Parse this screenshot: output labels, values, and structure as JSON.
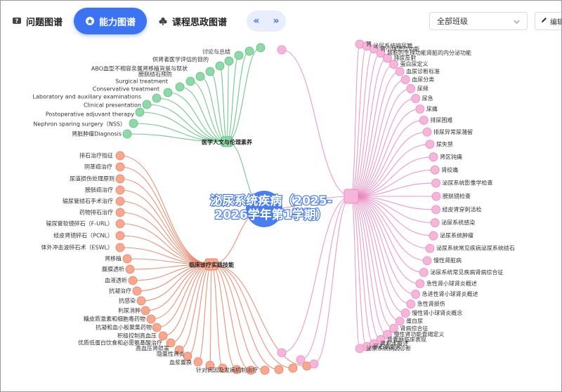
{
  "tabs": [
    {
      "label": "问题图谱",
      "icon": "question-icon",
      "active": false
    },
    {
      "label": "能力图谱",
      "icon": "ability-icon",
      "active": true
    },
    {
      "label": "课程思政图谱",
      "icon": "club-icon",
      "active": false
    }
  ],
  "collapse": {
    "left": "«",
    "right": "»"
  },
  "class_select": {
    "value": "全部班级",
    "icon": "chevron-down-icon"
  },
  "edit_button": {
    "label": "编辑",
    "icon": "pencil-icon"
  },
  "center": {
    "line1": "泌尿系统疾病（2025-",
    "line2": "2026学年第1学期）"
  },
  "colors": {
    "green": "#8fd9a8",
    "green_stroke": "#5bbd7c",
    "pink": "#f7b6d9",
    "pink_stroke": "#e88ac0",
    "orange": "#f7a88f",
    "orange_stroke": "#e57f60",
    "center": "#4a7df0",
    "accent": "#3b73f2"
  },
  "branches": {
    "green": {
      "hub": "医学人文与伦理素养",
      "items": [
        "讨论与总结",
        "供肾者医学评估的目的",
        "ABO血型不相容亲属肾移植背景与现状",
        "膀胱结石预防",
        "Surgical treatment",
        "Conservative treatment",
        "Laboratory and auxiliary examinations",
        "Clinical presentation",
        "Postoperative adjuvant therapy",
        "Nephron sparing surgery（NSS）",
        "肾脏肿瘤Diagnosis"
      ]
    },
    "orange": {
      "hub": "临床诊疗实践技能",
      "items": [
        "排石治疗指征",
        "阴茎癌治疗",
        "尿道损伤处理原则",
        "膀胱癌治疗",
        "输尿管结石手术治疗",
        "药物排石治疗",
        "输尿管软镜碎石（F-URL）",
        "经皮肾镜碎石（PCNL）",
        "体外冲击波碎石术（ESWL）",
        "肾移植",
        "腹膜透析",
        "血液透析",
        "抗凝治疗",
        "抗感染",
        "利尿消肿",
        "糖皮质激素和细胞毒药物",
        "抗凝和血小板聚集药物",
        "积极控制高血压",
        "优质低蛋白饮食和必需氨基酸治疗",
        "高血压肾损害",
        "隐匿性肾炎",
        "血浆置换",
        "针对病因及发病机制治疗"
      ]
    },
    "pink": {
      "items": [
        "肾",
        "泌尿系统输尿管",
        "肾小球滤过功能",
        "肾脏的生理功能肾脏的内分泌功能",
        "排尿反射",
        "蛋白尿定义",
        "血尿诊断标准",
        "血尿分类",
        "尿频",
        "尿急",
        "尿痛",
        "排尿困难",
        "排尿异常尿潴留",
        "尿失禁",
        "肾区钝痛",
        "肾绞痛",
        "泌尿系统影像学检查",
        "膀胱镜检查",
        "经皮肾穿刺活检",
        "泌尿系统感染",
        "泌尿系统肿瘤",
        "泌尿系统常见疾病泌尿系统结石",
        "慢性肾脏病",
        "泌尿系统常见疾病肾病综合征",
        "急性肾小球肾炎概述",
        "急进性肾小球肾炎概述",
        "急性肾损伤",
        "慢性肾小球肾炎概念",
        "蛋白尿",
        "肾病综合征",
        "慢性肾功能衰竭定义",
        "肾囊肿临床表现",
        "肾积水概述",
        "尿石病定义",
        "泌尿系统病因诊断"
      ]
    }
  }
}
